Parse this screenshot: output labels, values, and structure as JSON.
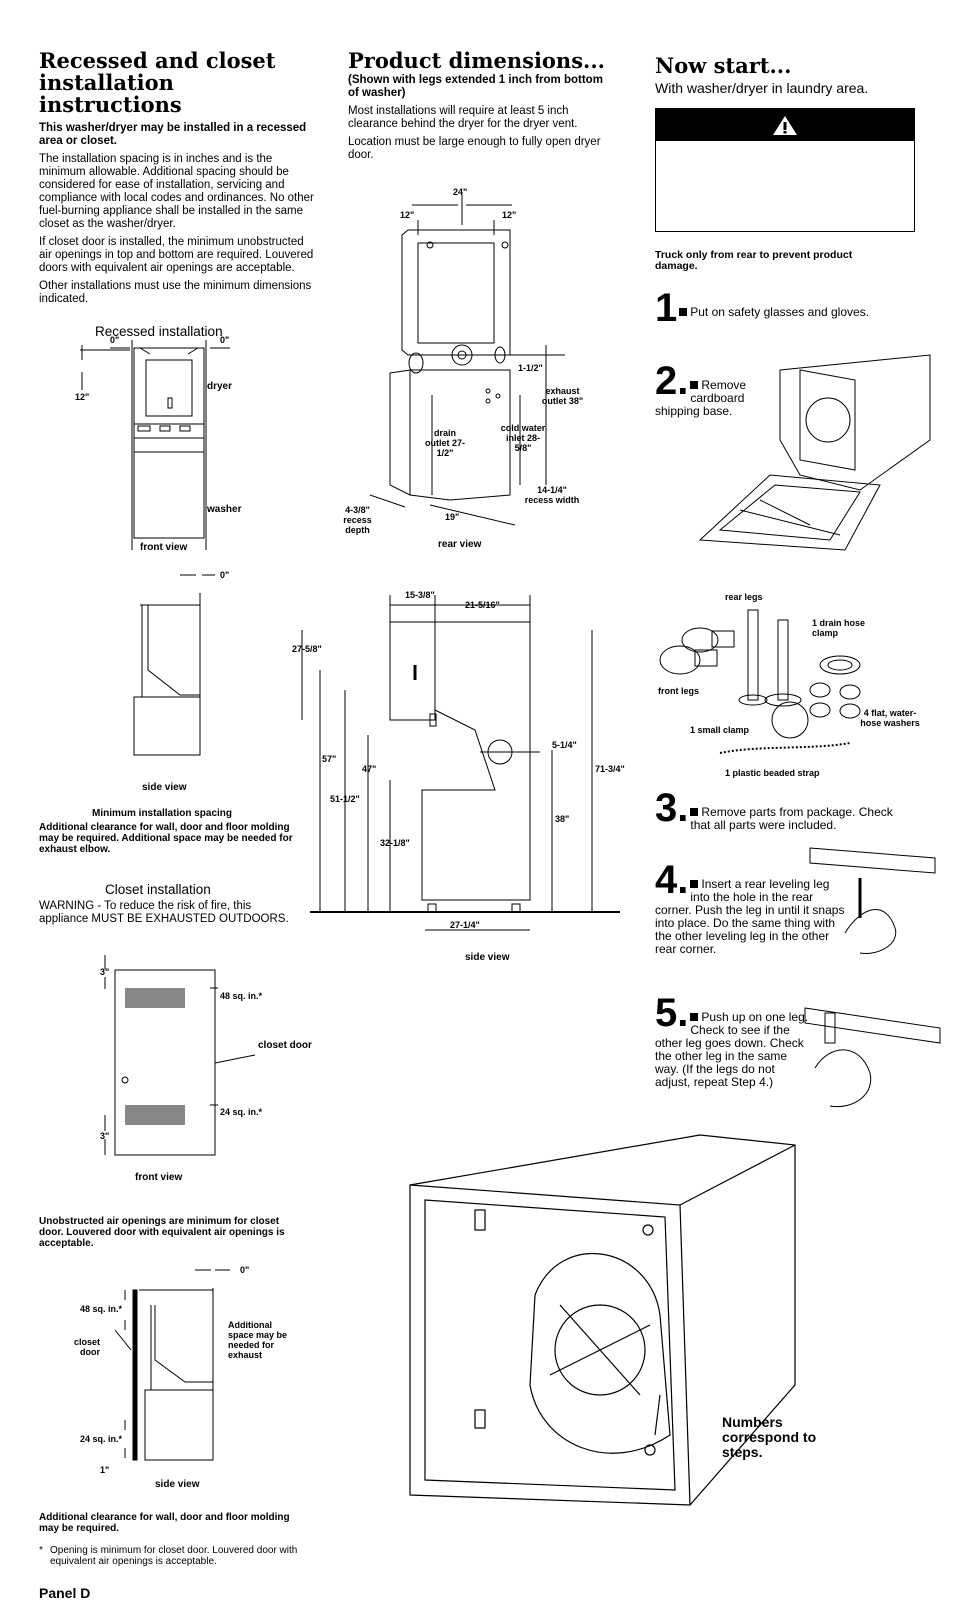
{
  "left": {
    "title": "Recessed and closet installation instructions",
    "intro_bold": "This washer/dryer may be installed in a recessed area or closet.",
    "p1": "The installation spacing is in inches and is the minimum allowable. Additional spacing should be considered for ease of installation, servicing and compliance with local codes and ordinances. No other fuel-burning appliance shall be installed in the same closet as the washer/dryer.",
    "p2": "If closet door is installed, the minimum unobstructed air openings in top and bottom are required. Louvered doors with equivalent air openings are acceptable.",
    "p3": "Other installations must use the minimum dimensions indicated.",
    "recessed_title": "Recessed installation",
    "recessed": {
      "d0a": "0\"",
      "d0b": "0\"",
      "d12": "12\"",
      "dryer": "dryer",
      "washer": "washer",
      "front_view": "front view"
    },
    "side1": {
      "d0": "0\"",
      "side_view": "side view"
    },
    "min_spacing_title": "Minimum installation spacing",
    "min_spacing_note": "Additional clearance for wall, door and floor molding may be required. Additional space may be needed for exhaust elbow.",
    "closet_title": "Closet installation",
    "closet_warning": "WARNING - To reduce the risk of fire, this appliance MUST BE EXHAUSTED OUTDOORS.",
    "closet": {
      "d3a": "3\"",
      "d3b": "3\"",
      "top_open": "48 sq. in.*",
      "bot_open": "24 sq. in.*",
      "door": "closet door",
      "front_view": "front view"
    },
    "unobstructed_note": "Unobstructed air openings are minimum for closet door. Louvered door with equivalent air openings is acceptable.",
    "side2": {
      "d0": "0\"",
      "top_open": "48 sq. in.*",
      "door": "closet door",
      "bot_open": "24 sq. in.*",
      "d1": "1\"",
      "exhaust": "Additional space may be needed for exhaust",
      "side_view": "side view"
    },
    "additional_note": "Additional clearance for wall, door and floor molding may be required.",
    "footnote_mark": "*",
    "footnote": "Opening is minimum for closet door. Louvered door with equivalent air openings is acceptable.",
    "panel": "Panel D"
  },
  "mid": {
    "title": "Product dimensions...",
    "subtitle": "(Shown with legs extended 1 inch from bottom of washer)",
    "p1": "Most installations will require at least 5 inch clearance behind the dryer for the dryer vent.",
    "p2": "Location must be large enough to fully open dryer door.",
    "rear": {
      "w24": "24\"",
      "l12": "12\"",
      "r12": "12\"",
      "d1_5": "1-1/2\"",
      "exhaust": "exhaust outlet 38\"",
      "drain": "drain outlet 27-1/2\"",
      "cold": "cold water inlet 28-5/8\"",
      "recess_width": "14-1/4\" recess width",
      "recess_depth": "4-3/8\" recess depth",
      "w19": "19\"",
      "rear_view": "rear view"
    },
    "side": {
      "d15_3_8": "15-3/8\"",
      "d21_5_16": "21-5/16\"",
      "d27_5_8": "27-5/8\"",
      "d57": "57\"",
      "d47": "47\"",
      "d51_1_2": "51-1/2\"",
      "d32_1_8": "32-1/8\"",
      "d5_1_4": "5-1/4\"",
      "d71_3_4": "71-3/4\"",
      "d38": "38\"",
      "d27_1_4": "27-1/4\"",
      "side_view": "side view"
    }
  },
  "right": {
    "title": "Now start...",
    "subtitle": "With washer/dryer in laundry area.",
    "warning_icon": "warning-triangle-icon",
    "truck_note": "Truck only from rear to prevent product damage.",
    "step1_num": "1",
    "step1": "Put on safety glasses and gloves.",
    "step2_num": "2.",
    "step2": "Remove cardboard shipping base.",
    "parts": {
      "rear_legs": "rear legs",
      "drain_clamp": "1 drain hose clamp",
      "front_legs": "front legs",
      "small_clamp": "1 small clamp",
      "washers": "4 flat, water-hose washers",
      "strap": "1 plastic beaded strap"
    },
    "step3_num": "3.",
    "step3": "Remove parts from package. Check that all parts were included.",
    "step4_num": "4.",
    "step4": "Insert a rear leveling leg into the hole in the rear corner. Push the leg in until it snaps into place. Do the same thing with the other leveling leg in the other rear corner.",
    "step5_num": "5.",
    "step5": "Push up on one leg. Check to see if the other leg goes down. Check the other leg in the same way. (If the legs do not adjust, repeat Step 4.)",
    "numbers_note": "Numbers correspond to steps."
  }
}
